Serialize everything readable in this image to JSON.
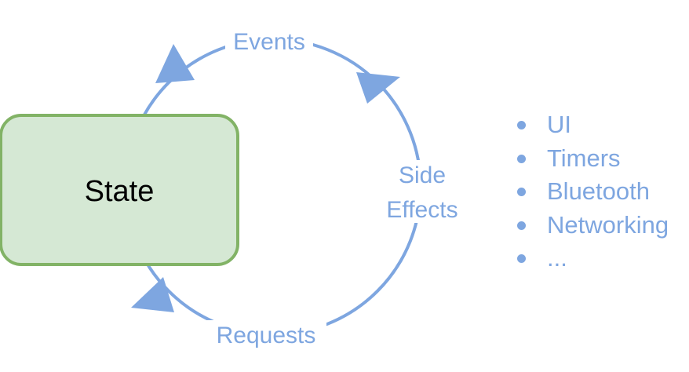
{
  "colors": {
    "cycle_stroke": "#7ea6e0",
    "label_text": "#7ea6e0",
    "state_fill": "#d5e8d4",
    "state_stroke": "#82b366",
    "state_text": "#000000",
    "bullet": "#7ea6e0",
    "background": "#ffffff"
  },
  "state": {
    "label": "State"
  },
  "cycle": {
    "events_label": "Events",
    "side_effects_label_line1": "Side",
    "side_effects_label_line2": "Effects",
    "requests_label": "Requests"
  },
  "side_effects_list": {
    "items": [
      {
        "label": "UI"
      },
      {
        "label": "Timers"
      },
      {
        "label": "Bluetooth"
      },
      {
        "label": "Networking"
      },
      {
        "label": "..."
      }
    ]
  }
}
